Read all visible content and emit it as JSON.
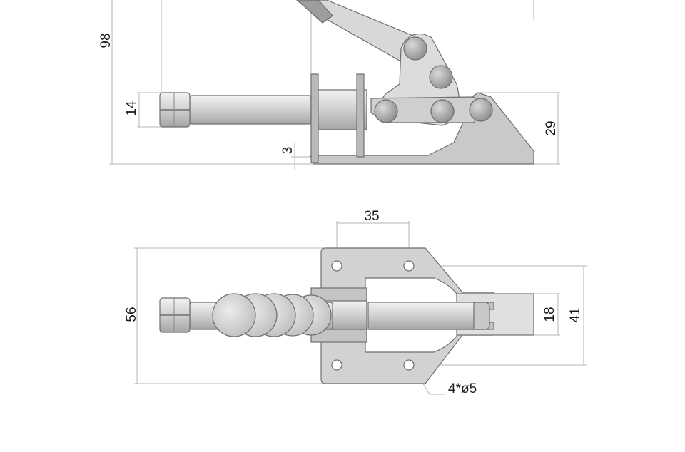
{
  "side_view": {
    "dimensions": {
      "overall_height": "98",
      "plunger_height": "14",
      "base_thickness": "3",
      "pivot_height": "29"
    }
  },
  "top_view": {
    "dimensions": {
      "hole_spacing": "35",
      "base_width": "56",
      "slot_width": "18",
      "mount_width": "41",
      "mounting_holes": "4*ø5"
    }
  },
  "colors": {
    "metal_light": "#e3e3e3",
    "metal_mid": "#cdcdcd",
    "metal_dark": "#a9a9a9",
    "outline": "#6e6e6e",
    "dimension_line": "#b4b4b4"
  }
}
